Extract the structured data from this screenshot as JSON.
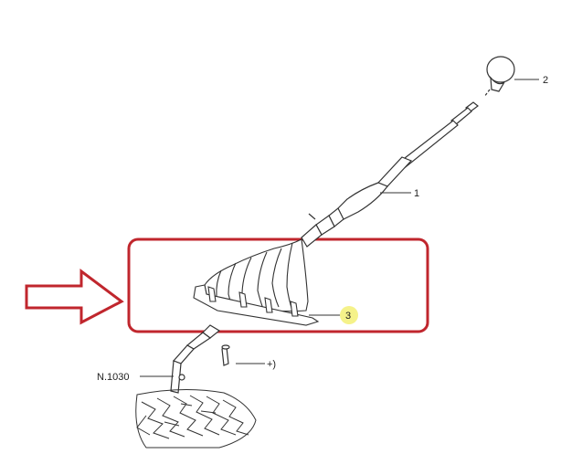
{
  "labels": {
    "part_1": "1",
    "part_2": "2",
    "part_3": "3",
    "ref_n1030": "N.1030",
    "bolt_ref": "+)"
  },
  "colors": {
    "highlight_box": "#c0262d",
    "arrow": "#c0262d",
    "highlight_marker": "#f5f28a",
    "line_art": "#333333"
  },
  "icons": {
    "arrow": "right-arrow-outline",
    "marker": "highlight-circle"
  }
}
